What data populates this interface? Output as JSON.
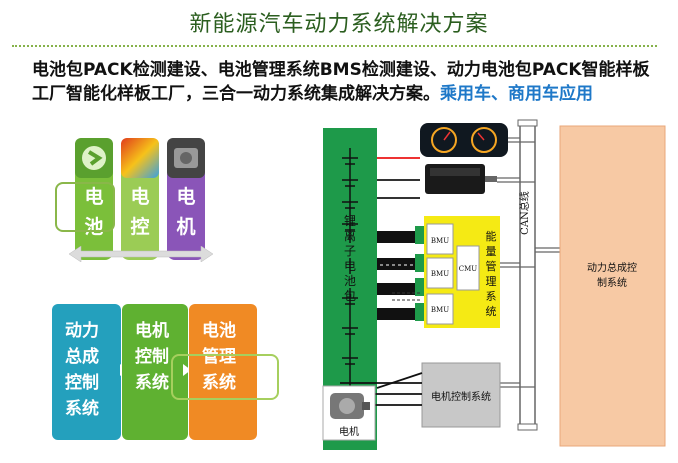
{
  "title": "新能源汽车动力系统解决方案",
  "description": {
    "main": "电池包PACK检测建设、电池管理系统BMS检测建设、动力电池包PACK智能样板工厂智能化样板工厂，三合一动力系统集成解决方案。",
    "highlight": "乘用车、商用车应用"
  },
  "pillars": [
    {
      "chars": [
        "电",
        "池"
      ],
      "color": "#7bbf3a"
    },
    {
      "chars": [
        "电",
        "控"
      ],
      "color": "#9bcc55"
    },
    {
      "chars": [
        "电",
        "机"
      ],
      "color": "#8a55b8"
    }
  ],
  "systems": [
    {
      "lines": [
        "动力",
        "总成",
        "控制",
        "系统"
      ],
      "color": "#24a0bd"
    },
    {
      "lines": [
        "电机",
        "控制",
        "系统"
      ],
      "color": "#5fb131"
    },
    {
      "lines": [
        "电池",
        "管理",
        "系统"
      ],
      "color": "#f08a24"
    }
  ],
  "diagram": {
    "battery_label": [
      "锂",
      "离",
      "子",
      "电",
      "池",
      "包"
    ],
    "can_label": "CAN总线",
    "energy_label": [
      "能",
      "量",
      "管",
      "理",
      "系",
      "统"
    ],
    "bmu_labels": [
      "BMU",
      "BMU",
      "BMU"
    ],
    "cmu_label": "CMU",
    "motor_controller_label": "电机控制系统",
    "motor_label": "电机",
    "powertrain_label": [
      "动力总成控",
      "制系统"
    ]
  },
  "colors": {
    "title": "#2b5e1f",
    "highlight": "#1e78c8",
    "battery": "#1e9a4a",
    "energy": "#f5ea14",
    "powertrain": "#f7c9a4"
  }
}
